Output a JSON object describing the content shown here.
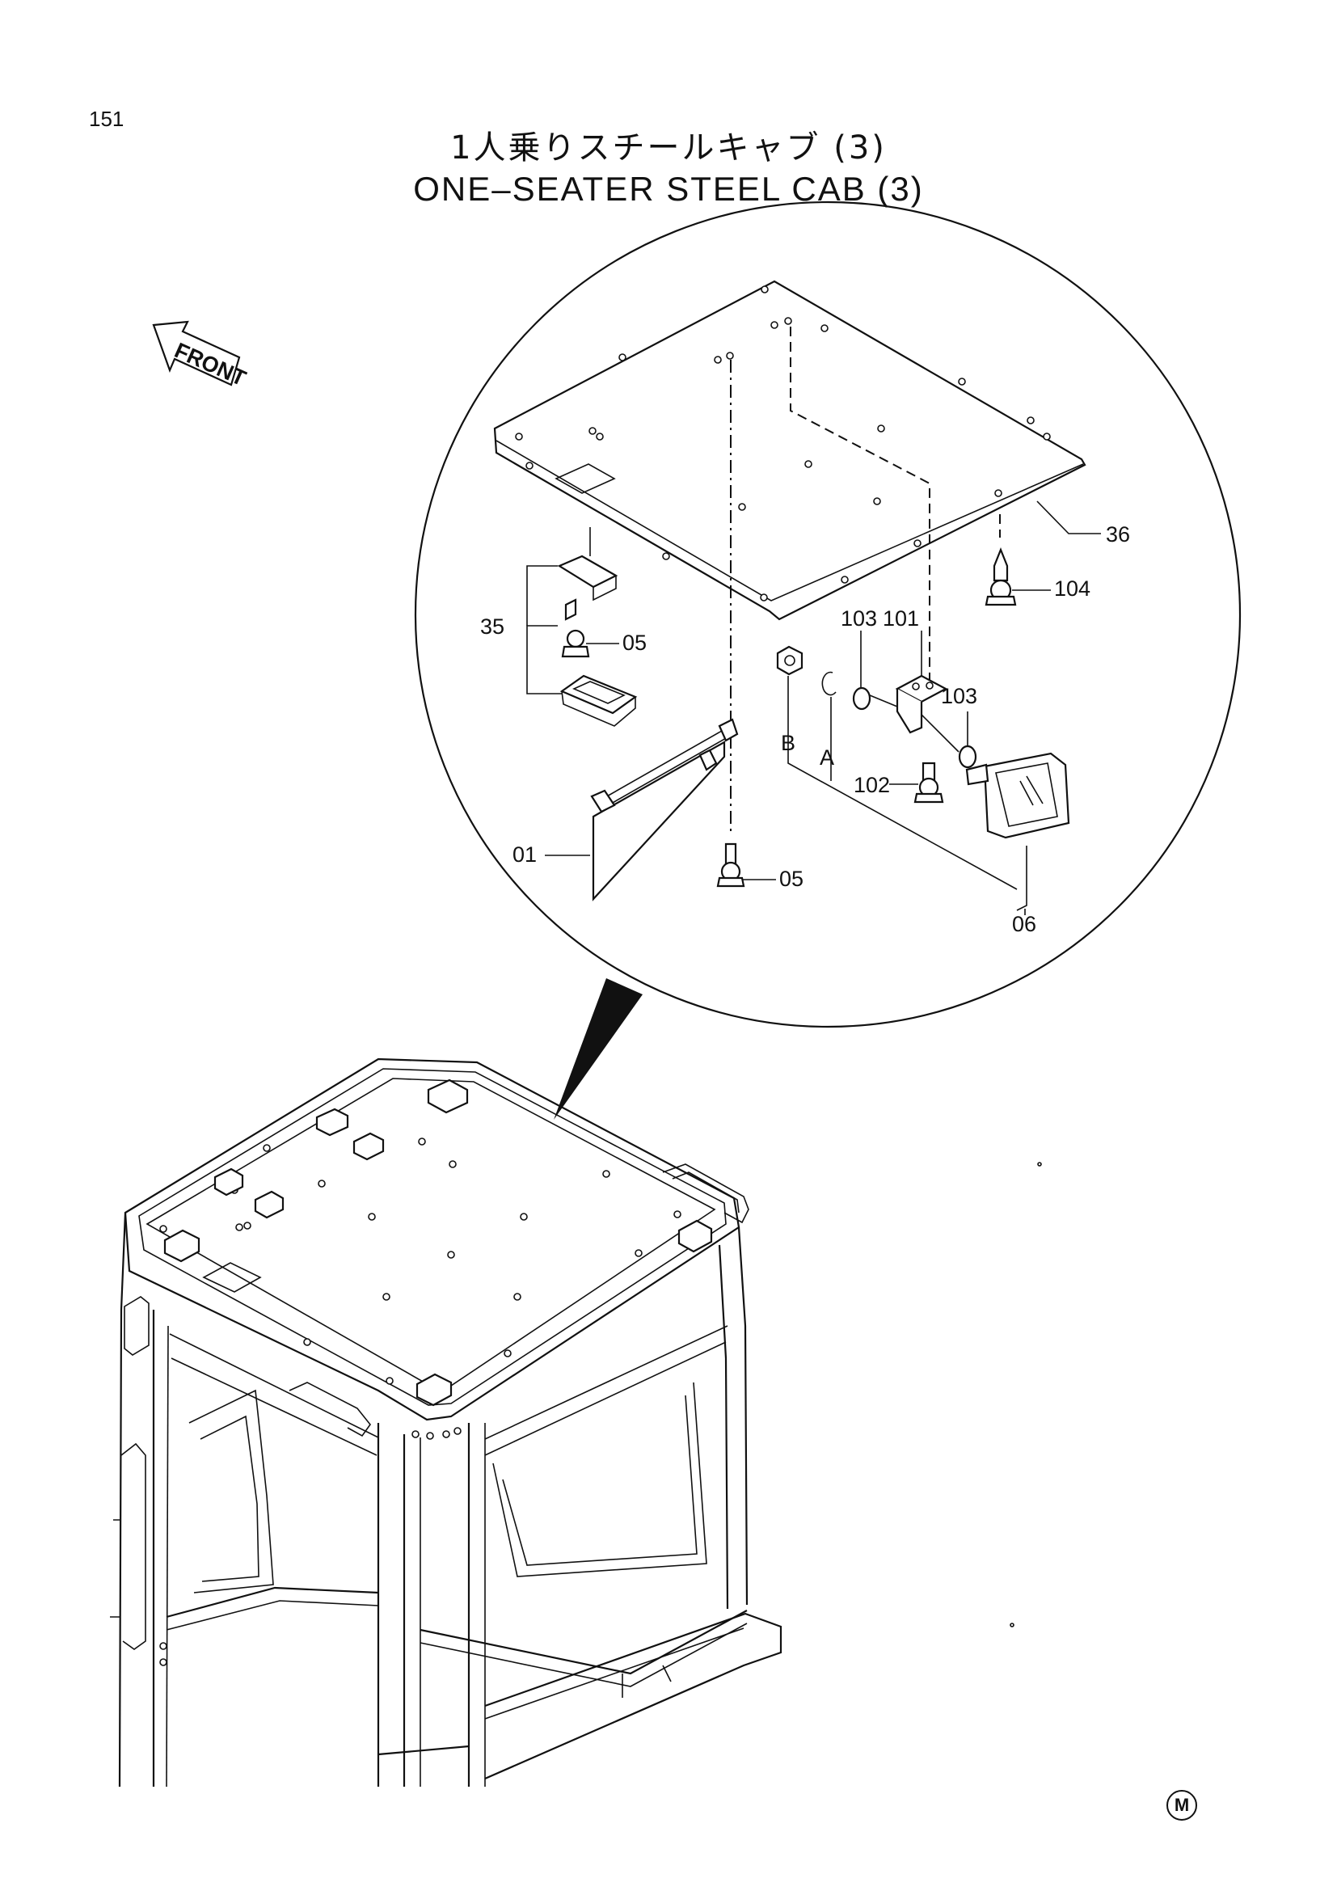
{
  "page_number": "151",
  "title_jp": "1人乗りスチールキャブ (3)",
  "title_en": "ONE–SEATER STEEL CAB (3)",
  "front_indicator": "FRONT",
  "metric_mark": "M",
  "callouts": {
    "p36": "36",
    "p104": "104",
    "p35": "35",
    "p05_upper": "05",
    "p103_left": "103",
    "p101": "101",
    "p103_right": "103",
    "pB": "B",
    "pA": "A",
    "p102": "102",
    "p01": "01",
    "p05_lower": "05",
    "p06": "06"
  }
}
